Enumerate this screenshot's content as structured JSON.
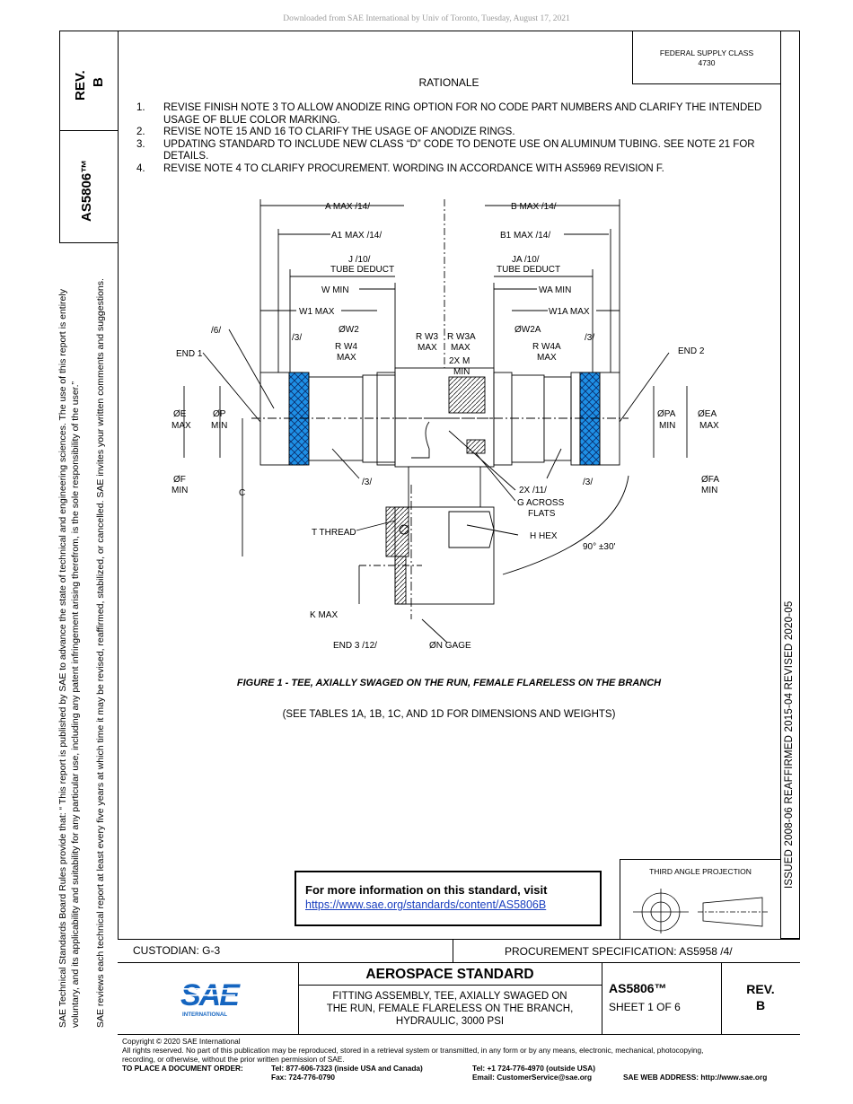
{
  "header": {
    "download_line": "Downloaded from SAE International by Univ of Toronto, Tuesday, August 17, 2021"
  },
  "side": {
    "rev_label": "REV.",
    "rev_value": "B",
    "doc_number": "AS5806™",
    "board_rules_1": "SAE Technical Standards Board Rules provide that: “ This report is published by SAE to advance the state of technical and engineering sciences. The use of this report is entirely",
    "board_rules_2": "voluntary, and its applicability and suitability for any particular use, including any patent infringement arising therefrom, is the sole responsibility of the user.”",
    "reviews": "SAE reviews each technical report at least every five years at which time it may be revised, reaffirmed, stabilized, or cancelled. SAE invites your written comments and suggestions.",
    "dates": "ISSUED 2008-06     REAFFIRMED 2015-04     REVISED 2020-05"
  },
  "fsc": {
    "line1": "FEDERAL SUPPLY CLASS",
    "line2": "4730"
  },
  "rationale": {
    "title": "RATIONALE",
    "items": [
      {
        "num": "1.",
        "text": "REVISE FINISH NOTE 3 TO ALLOW ANODIZE RING OPTION FOR NO CODE PART NUMBERS AND CLARIFY THE INTENDED USAGE OF BLUE COLOR MARKING."
      },
      {
        "num": "2.",
        "text": "REVISE NOTE 15 AND 16 TO CLARIFY THE USAGE OF ANODIZE RINGS."
      },
      {
        "num": "3.",
        "text": "UPDATING STANDARD TO INCLUDE NEW CLASS “D” CODE TO DENOTE USE ON ALUMINUM TUBING. SEE NOTE 21 FOR DETAILS."
      },
      {
        "num": "4.",
        "text": "REVISE NOTE 4 TO CLARIFY PROCUREMENT. WORDING IN ACCORDANCE WITH AS5969 REVISION F."
      }
    ]
  },
  "drawing": {
    "labels": {
      "a_max": "A MAX /14/",
      "b_max": "B MAX /14/",
      "a1_max": "A1 MAX /14/",
      "b1_max": "B1 MAX /14/",
      "j": "J /10/",
      "ja": "JA /10/",
      "tube_deduct": "TUBE DEDUCT",
      "w_min": "W MIN",
      "wa_min": "WA MIN",
      "w1_max": "W1 MAX",
      "w1a_max": "W1A MAX",
      "w2": "ØW2",
      "w2a": "ØW2A",
      "rw3": "R W3",
      "rw3a": "R W3A",
      "max": "MAX",
      "rw4": "R W4",
      "rw4a": "R W4A",
      "two_x_m": "2X M",
      "min": "MIN",
      "six": "/6/",
      "three": "/3/",
      "end1": "END 1",
      "end2": "END 2",
      "e": "ØE",
      "p": "ØP",
      "pa": "ØPA",
      "ea": "ØEA",
      "f": "ØF",
      "fa": "ØFA",
      "c": "C",
      "two_x_11": "2X /11/",
      "g_across": "G ACROSS",
      "flats": "FLATS",
      "t_thread": "T THREAD",
      "h_hex": "H HEX",
      "angle": "90° ±30'",
      "k_max": "K MAX",
      "end3": "END 3 /12/",
      "n_gage": "ØN GAGE"
    },
    "colors": {
      "knurl_fill": "#1e90e6",
      "line": "#000000"
    }
  },
  "figure": {
    "caption": "FIGURE 1 - TEE, AXIALLY SWAGED ON THE RUN, FEMALE FLARELESS ON THE BRANCH",
    "subcaption": "(SEE TABLES 1A, 1B, 1C, AND 1D FOR DIMENSIONS AND WEIGHTS)"
  },
  "info_box": {
    "text": "For more information on this standard, visit",
    "link": "https://www.sae.org/standards/content/AS5806B"
  },
  "projection": {
    "label": "THIRD ANGLE PROJECTION"
  },
  "title_block": {
    "custodian": "CUSTODIAN: G-3",
    "procurement": "PROCUREMENT SPECIFICATION: AS5958 /4/",
    "logo_text": "SAE",
    "logo_sub": "INTERNATIONAL",
    "standard_type": "AEROSPACE STANDARD",
    "desc_line1": "FITTING ASSEMBLY, TEE, AXIALLY SWAGED ON",
    "desc_line2": "THE RUN, FEMALE FLARELESS ON THE BRANCH,",
    "desc_line3": "HYDRAULIC, 3000 PSI",
    "doc_number": "AS5806™",
    "sheet": "SHEET 1 OF 6",
    "rev_label": "REV.",
    "rev_value": "B",
    "brand_color": "#1565c0"
  },
  "footer": {
    "copyright": "Copyright © 2020 SAE International",
    "rights_1": "All rights reserved. No part of this publication may be reproduced, stored in a retrieval system or transmitted, in any form or by any means, electronic, mechanical, photocopying,",
    "rights_2": "recording, or otherwise, without the prior written permission of SAE.",
    "order_label": "TO PLACE A DOCUMENT ORDER:",
    "tel_us": "Tel: 877-606-7323 (inside USA and Canada)",
    "fax": "Fax: 724-776-0790",
    "tel_intl": "Tel: +1 724-776-4970 (outside USA)",
    "email": "Email: CustomerService@sae.org",
    "web": "SAE WEB ADDRESS: http://www.sae.org"
  }
}
